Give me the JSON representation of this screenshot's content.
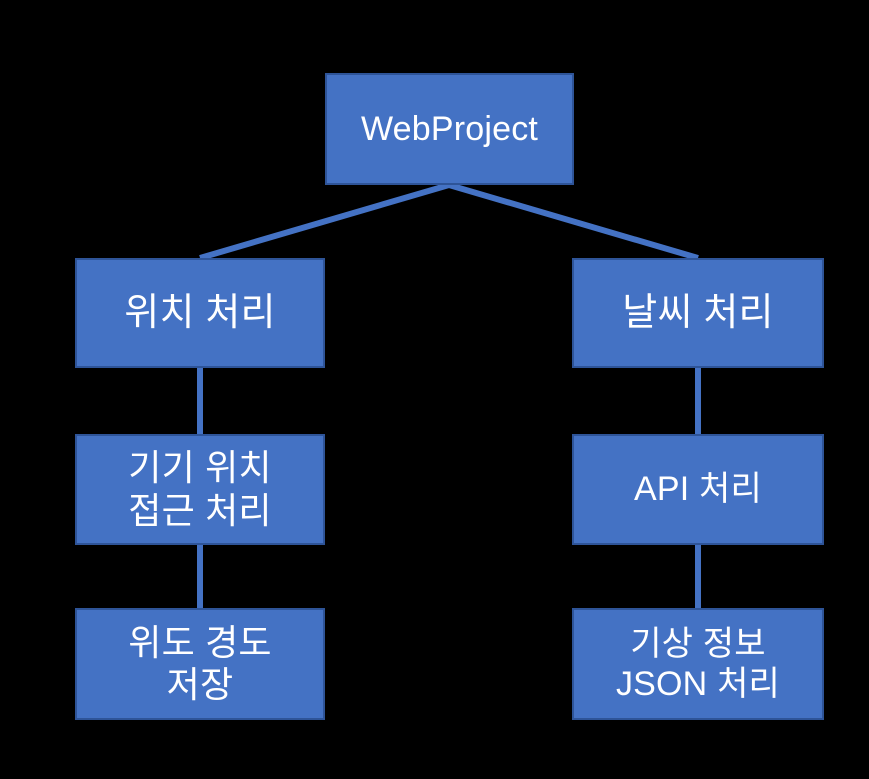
{
  "diagram": {
    "title": "WebProject structure diagram",
    "background_color": "#000000",
    "node_fill_color": "#4472C4",
    "node_border_color": "#2E5498",
    "node_text_color": "#FFFFFF",
    "connector_color": "#4472C4",
    "nodes": {
      "root": {
        "label": "WebProject"
      },
      "left_branch": {
        "label": "위치 처리"
      },
      "left_mid": {
        "label": "기기 위치\n접근 처리"
      },
      "left_leaf": {
        "label": "위도 경도\n저장"
      },
      "right_branch": {
        "label": "날씨 처리"
      },
      "right_mid": {
        "label": "API 처리"
      },
      "right_leaf": {
        "label": "기상 정보\nJSON 처리"
      }
    },
    "edges": [
      {
        "from": "root",
        "to": "left_branch",
        "type": "diagonal"
      },
      {
        "from": "root",
        "to": "right_branch",
        "type": "diagonal"
      },
      {
        "from": "left_branch",
        "to": "left_mid",
        "type": "vertical"
      },
      {
        "from": "left_mid",
        "to": "left_leaf",
        "type": "vertical"
      },
      {
        "from": "right_branch",
        "to": "right_mid",
        "type": "vertical"
      },
      {
        "from": "right_mid",
        "to": "right_leaf",
        "type": "vertical"
      }
    ]
  }
}
